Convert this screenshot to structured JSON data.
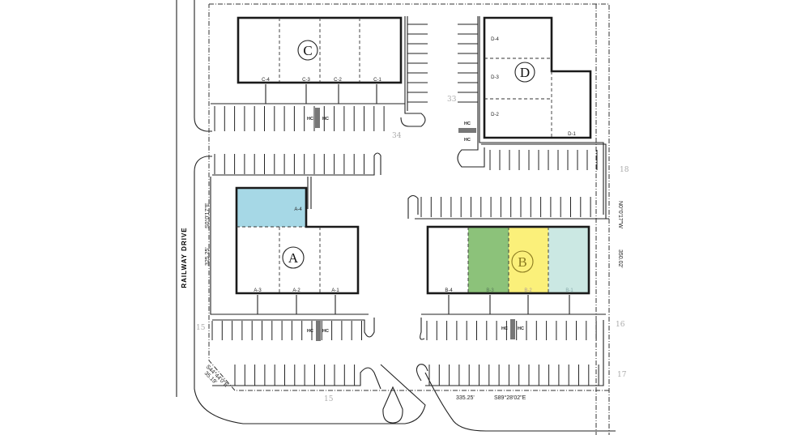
{
  "street": {
    "name": "RAILWAY DRIVE"
  },
  "dimensions": {
    "west": "325.25'",
    "west_bearing": "S0°0'17\"E",
    "east": "350.02'",
    "east_bearing": "N0°0'17\"W",
    "south": "335.25'",
    "south_bearing": "S89°28'02\"E",
    "corner": "35.19'",
    "corner_bearing": "S44°44'0\"E"
  },
  "buildings": {
    "A": {
      "label": "A",
      "units": [
        "A-1",
        "A-2",
        "A-3",
        "A-4"
      ]
    },
    "B": {
      "label": "B",
      "units": [
        "B-1",
        "B-2",
        "B-3",
        "B-4"
      ]
    },
    "C": {
      "label": "C",
      "units": [
        "C-1",
        "C-2",
        "C-3",
        "C-4"
      ]
    },
    "D": {
      "label": "D",
      "units": [
        "D-1",
        "D-2",
        "D-3",
        "D-4"
      ]
    }
  },
  "highlight_colors": {
    "A-4": "#a6d8e6",
    "B-3": "#8cc27a",
    "B-2": "#fbf07a",
    "B-1": "#cbe8e3"
  },
  "hc_label": "HC",
  "handwritten": [
    "15",
    "16",
    "17",
    "18",
    "33",
    "34",
    "15"
  ]
}
